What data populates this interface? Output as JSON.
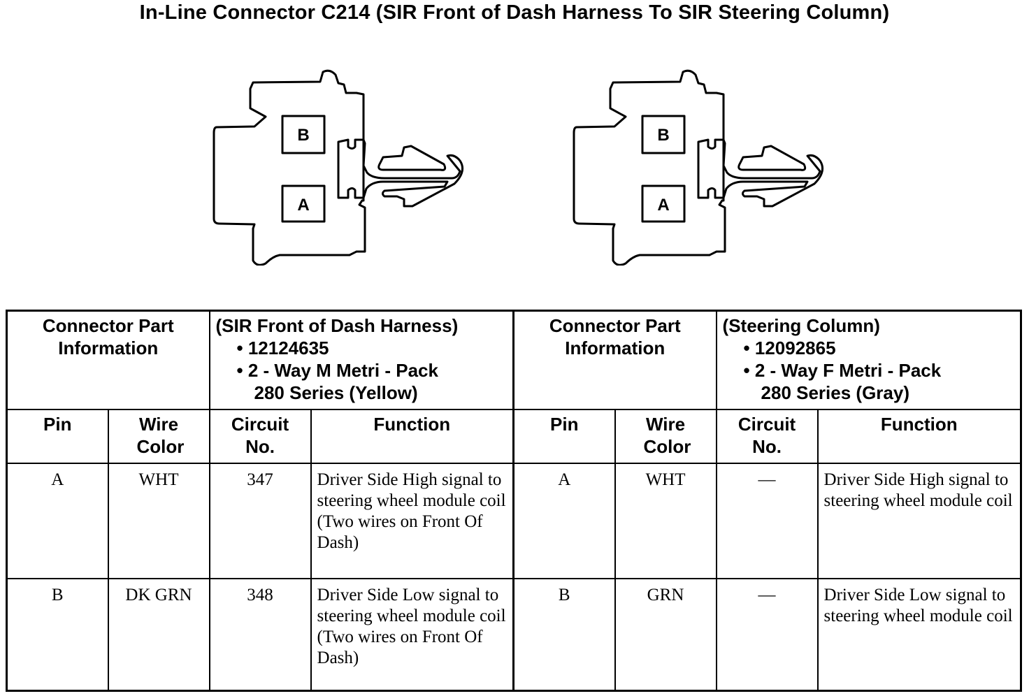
{
  "title": "In-Line Connector C214 (SIR Front of Dash Harness To SIR Steering Column)",
  "diagrams": [
    {
      "name": "sir-front-of-dash-harness-connector",
      "cavities": [
        {
          "label": "B"
        },
        {
          "label": "A"
        }
      ]
    },
    {
      "name": "steering-column-connector",
      "cavities": [
        {
          "label": "B"
        },
        {
          "label": "A"
        }
      ]
    }
  ],
  "tables": [
    {
      "part_info_label": "Connector Part Information",
      "part_info_lines": [
        "(SIR Front of Dash Harness)",
        "• 12124635",
        "• 2 - Way M Metri - Pack",
        "280 Series (Yellow)"
      ],
      "headers": {
        "pin": "Pin",
        "wire_color": "Wire Color",
        "circuit": "Circuit No.",
        "function": "Function"
      },
      "rows": [
        {
          "pin": "A",
          "wire_color": "WHT",
          "circuit": "347",
          "function": "Driver Side High signal to steering wheel module coil (Two wires on Front Of Dash)"
        },
        {
          "pin": "B",
          "wire_color": "DK GRN",
          "circuit": "348",
          "function": "Driver Side Low signal to steering wheel module coil (Two wires on Front Of Dash)"
        }
      ]
    },
    {
      "part_info_label": "Connector Part Information",
      "part_info_lines": [
        "(Steering Column)",
        "• 12092865",
        "• 2 - Way F Metri - Pack",
        "280 Series (Gray)"
      ],
      "headers": {
        "pin": "Pin",
        "wire_color": "Wire Color",
        "circuit": "Circuit No.",
        "function": "Function"
      },
      "rows": [
        {
          "pin": "A",
          "wire_color": "WHT",
          "circuit": "—",
          "function": "Driver Side High signal to steering wheel module coil"
        },
        {
          "pin": "B",
          "wire_color": "GRN",
          "circuit": "—",
          "function": "Driver Side Low signal to steering wheel module coil"
        }
      ]
    }
  ]
}
